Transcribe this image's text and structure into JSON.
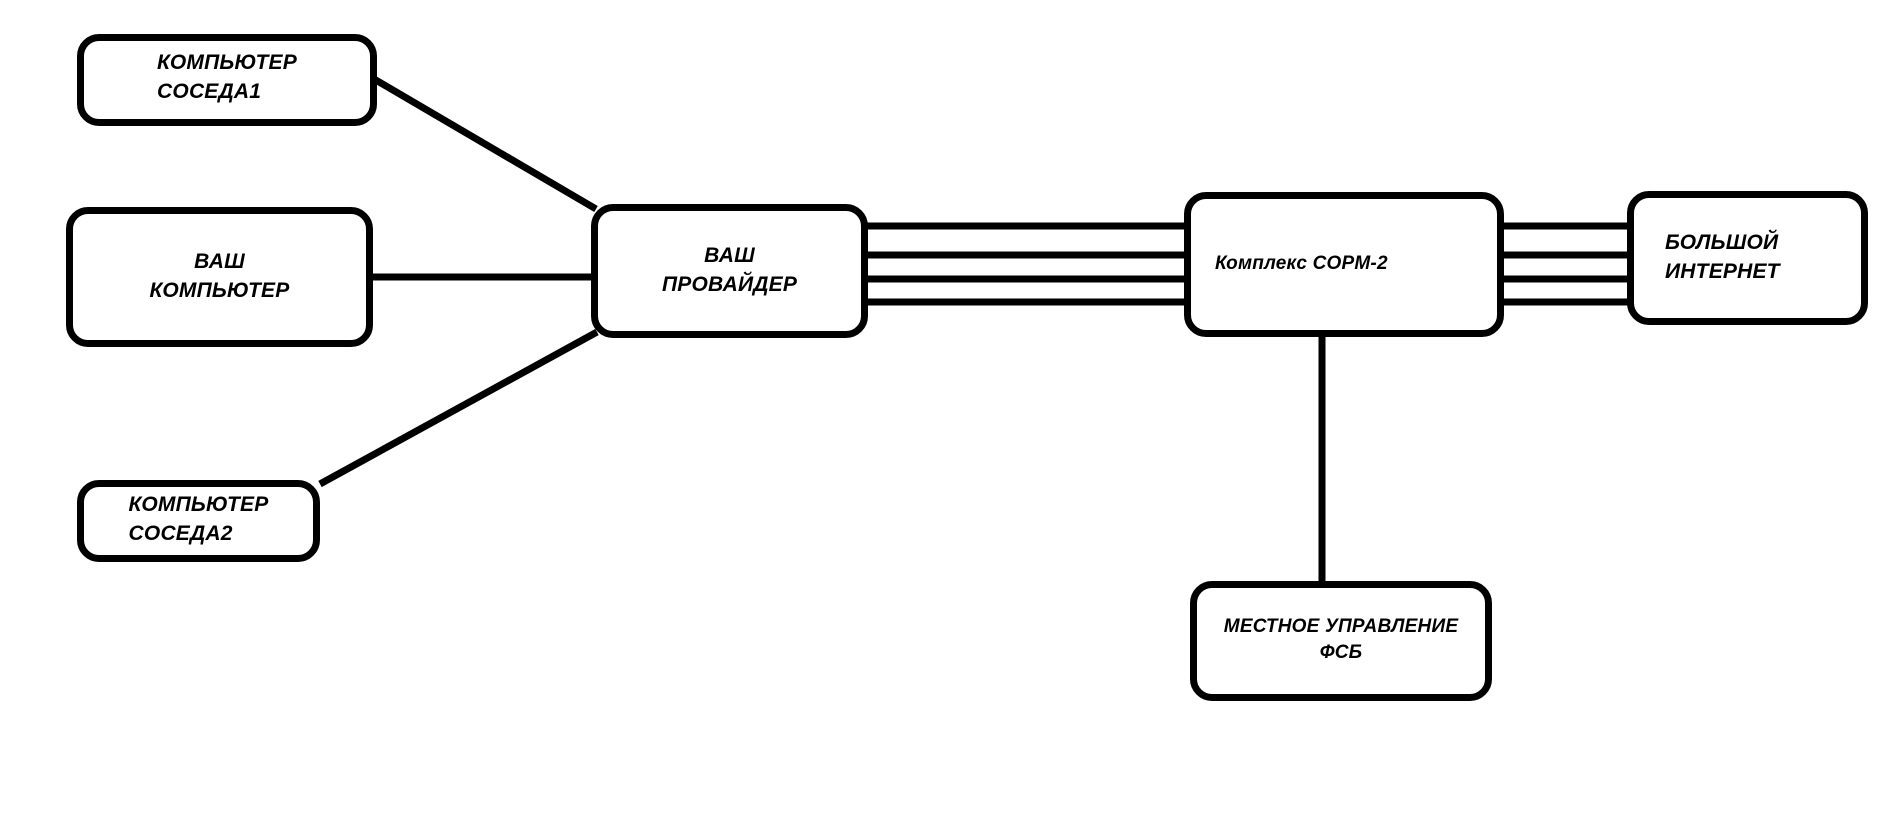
{
  "diagram": {
    "title": "SORM-2 lawful interception network topology",
    "background_color": "#ffffff",
    "stroke_color": "#000000",
    "nodes": {
      "neighbor1": {
        "label": "КОМПЬЮТЕР\nСОСЕДА1"
      },
      "your_computer": {
        "label": "ВАШ\nКОМПЬЮТЕР"
      },
      "neighbor2": {
        "label": "КОМПЬЮТЕР\nСОСЕДА2"
      },
      "provider": {
        "label": "ВАШ\nПРОВАЙДЕР"
      },
      "sorm": {
        "label": "Комплекс СОРМ-2"
      },
      "internet": {
        "label": "БОЛЬШОЙ\nИНТЕРНЕТ"
      },
      "fsb": {
        "label": "МЕСТНОЕ УПРАВЛЕНИЕ\nФСБ"
      }
    },
    "edges": [
      {
        "name": "neighbor1-to-provider",
        "from": "neighbor1",
        "to": "provider",
        "style": "diagonal-single"
      },
      {
        "name": "your-computer-to-provider",
        "from": "your_computer",
        "to": "provider",
        "style": "horizontal-single"
      },
      {
        "name": "neighbor2-to-provider",
        "from": "neighbor2",
        "to": "provider",
        "style": "diagonal-single"
      },
      {
        "name": "provider-to-sorm",
        "from": "provider",
        "to": "sorm",
        "style": "horizontal-quad"
      },
      {
        "name": "sorm-to-internet",
        "from": "sorm",
        "to": "internet",
        "style": "horizontal-quad"
      },
      {
        "name": "sorm-to-fsb",
        "from": "sorm",
        "to": "fsb",
        "style": "vertical-single"
      }
    ]
  }
}
